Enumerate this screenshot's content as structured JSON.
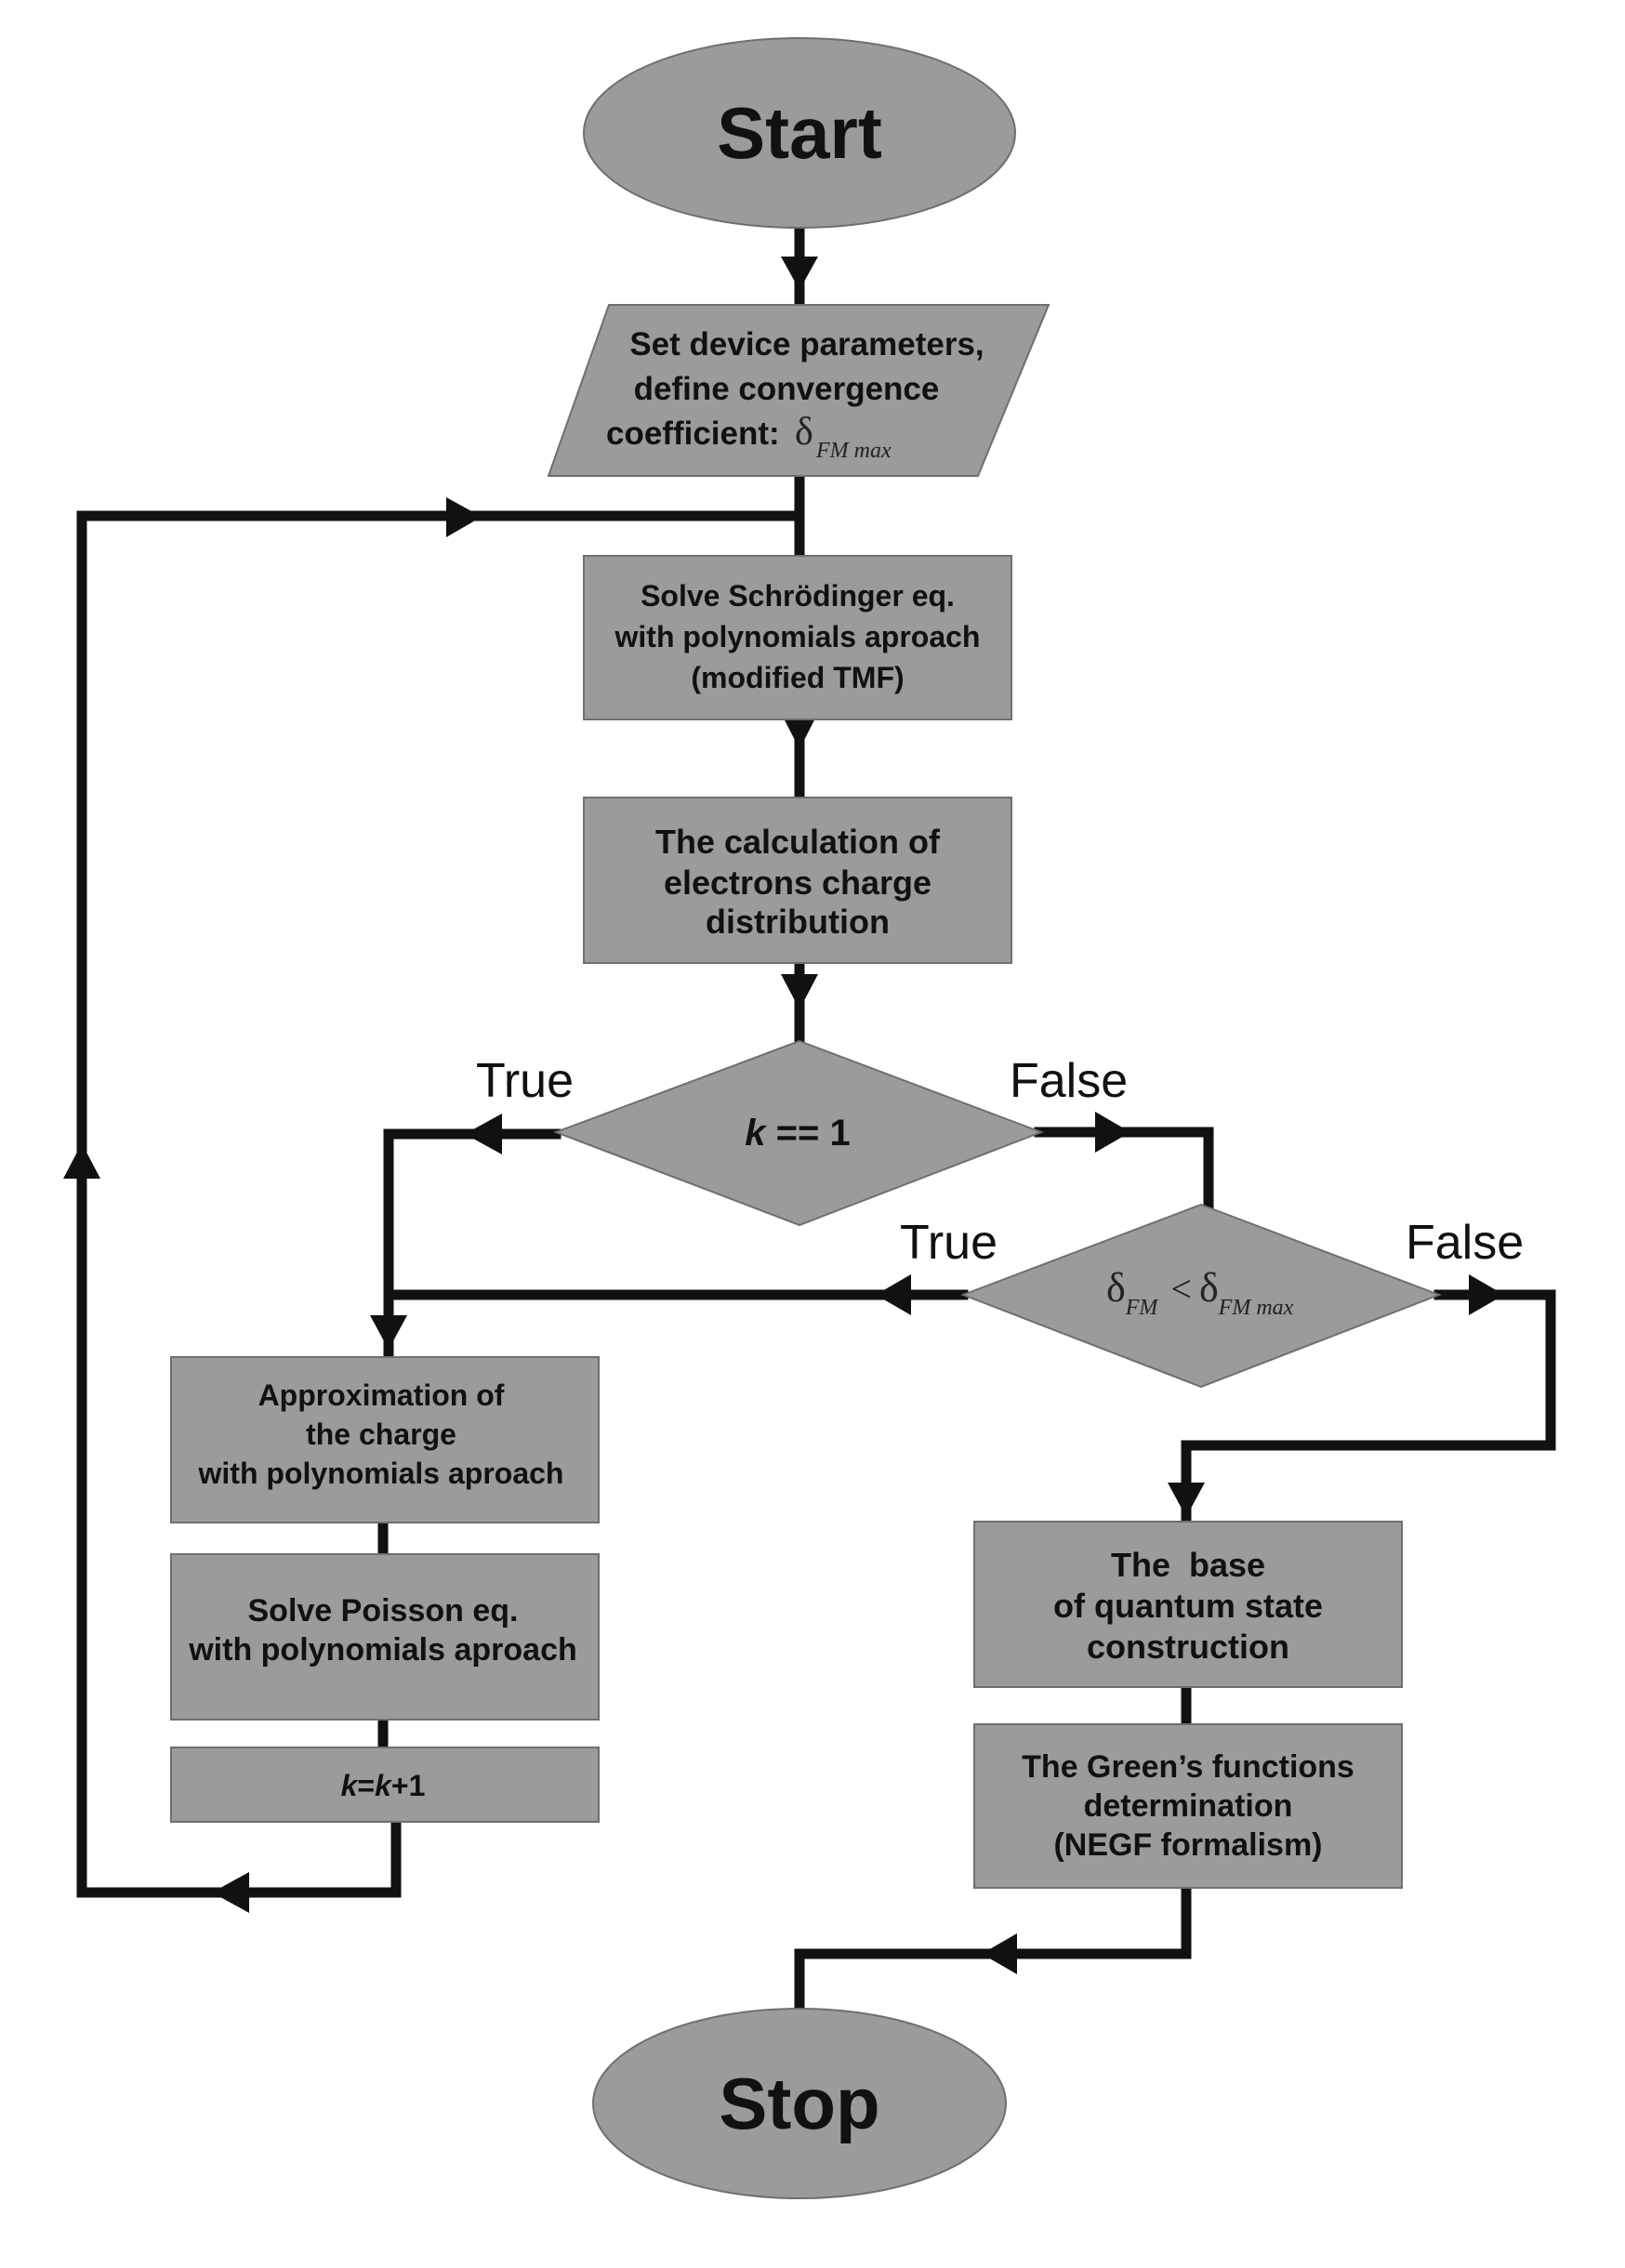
{
  "diagram": {
    "start": "Start",
    "stop": "Stop",
    "input": {
      "line1": "Set device parameters,",
      "line2": "define convergence",
      "line3": "coefficient:",
      "symbol_delta": "δ",
      "symbol_sub": "FM max"
    },
    "schrodinger": {
      "line1": "Solve Schrödinger eq.",
      "line2": "with polynomials aproach",
      "line3": "(modified TMF)"
    },
    "charge_calc": {
      "line1": "The calculation of",
      "line2": "electrons charge",
      "line3": "distribution"
    },
    "decision_k": {
      "var": "k",
      "rest": " == 1",
      "true_label": "True",
      "false_label": "False"
    },
    "decision_delta": {
      "delta": "δ",
      "sub_left": "FM",
      "op": "<",
      "sub_right": "FM max",
      "true_label": "True",
      "false_label": "False"
    },
    "approximation": {
      "line1": "Approximation of",
      "line2": "the charge",
      "line3": "with polynomials aproach"
    },
    "poisson": {
      "line1": "Solve Poisson eq.",
      "line2": "with polynomials aproach"
    },
    "increment": {
      "k1": "k",
      "eq": "=",
      "k2": "k",
      "plus": "+1"
    },
    "quantum_base": {
      "line1": "The  base",
      "line2": "of quantum state",
      "line3": "construction"
    },
    "greens": {
      "line1": "The Green’s functions",
      "line2": "determination",
      "line3": "(NEGF formalism)"
    }
  }
}
